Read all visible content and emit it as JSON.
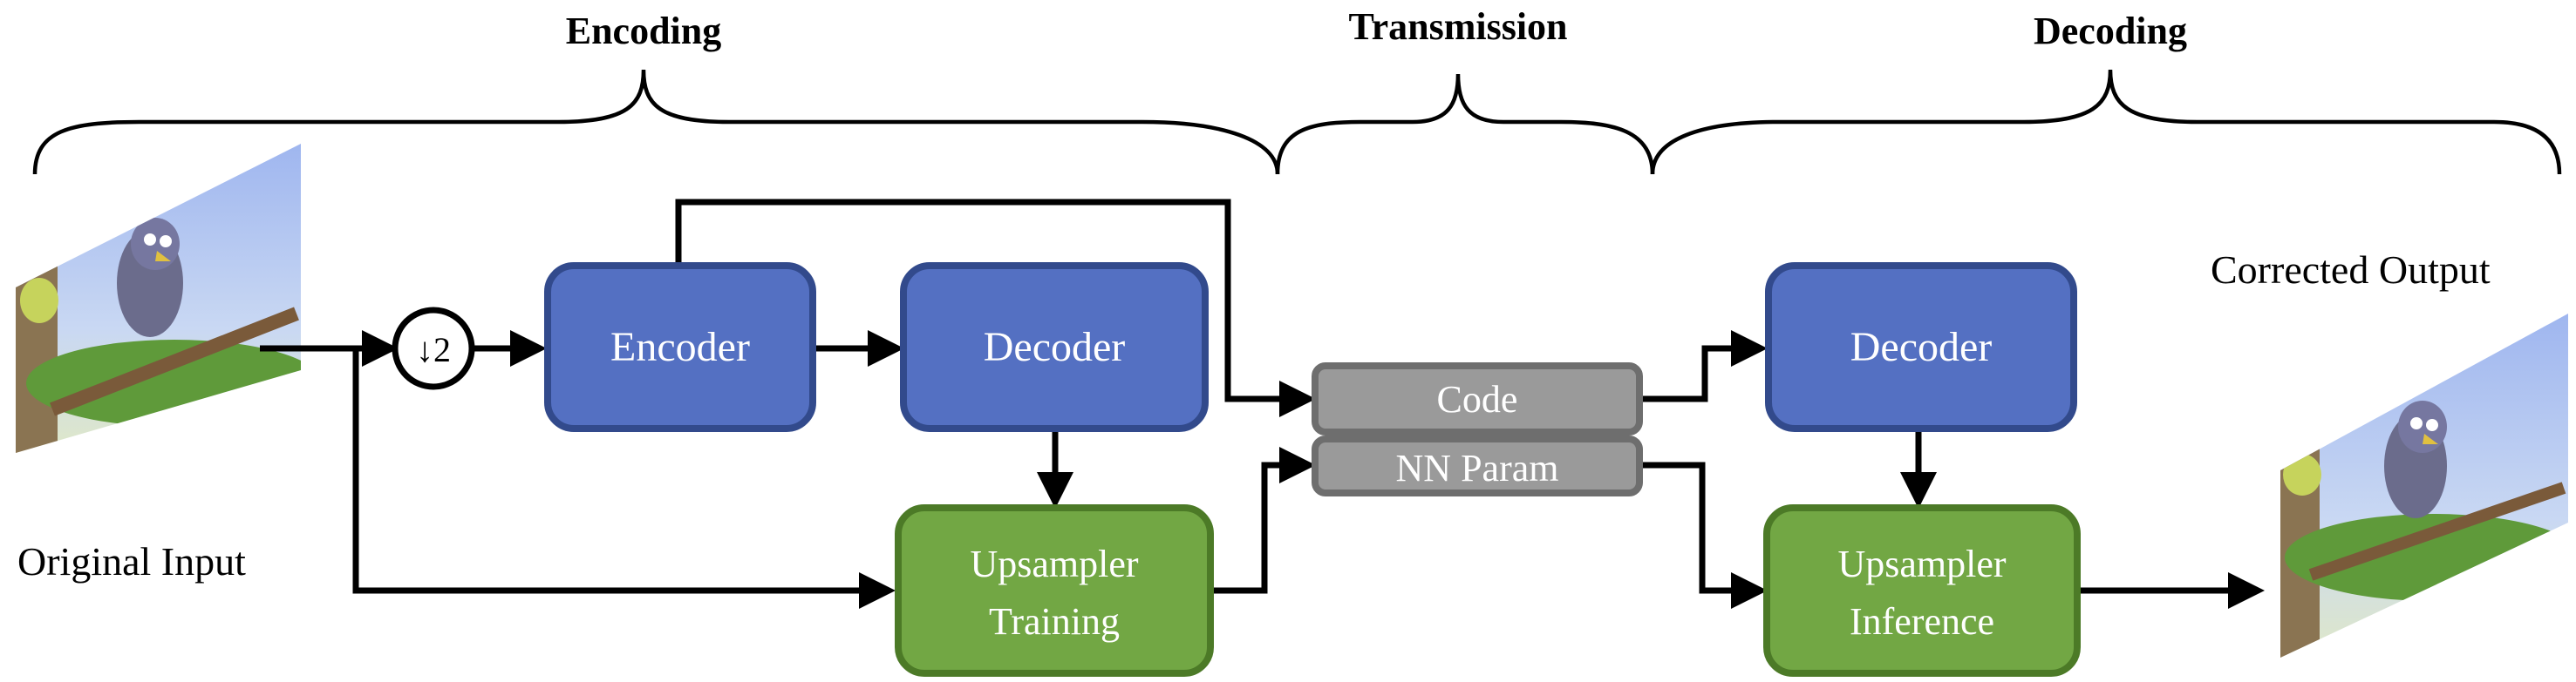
{
  "headers": {
    "encoding": "Encoding",
    "transmission": "Transmission",
    "decoding": "Decoding"
  },
  "labels": {
    "original_input": "Original Input",
    "corrected_output": "Corrected Output",
    "downsample": "↓2"
  },
  "blocks": {
    "encoder": "Encoder",
    "decoder_enc": "Decoder",
    "upsampler_training": [
      "Upsampler",
      "Training"
    ],
    "code": "Code",
    "nn_param": "NN Param",
    "decoder_dec": "Decoder",
    "upsampler_inference": [
      "Upsampler",
      "Inference"
    ]
  },
  "colors": {
    "blue_block": "#5470c2",
    "green_block": "#72a744",
    "gray_block": "#9a9a9a"
  },
  "icons": {
    "input_frame": "bird-frame-thumbnail",
    "output_frame": "bird-frame-thumbnail"
  }
}
